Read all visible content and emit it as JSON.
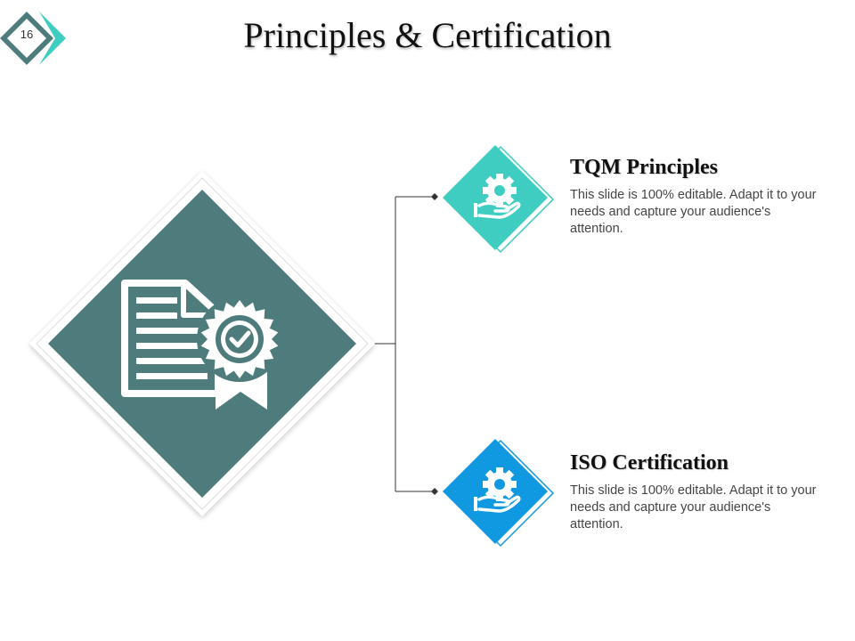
{
  "slide": {
    "page_number": "16",
    "title": "Principles & Certification"
  },
  "items": [
    {
      "title": "TQM Principles",
      "description": "This slide is 100% editable. Adapt it to your needs and capture your audience's attention.",
      "icon": "gear-hand-icon",
      "color": "#3ecdc0"
    },
    {
      "title": "ISO Certification",
      "description": "This slide is 100% editable. Adapt it to your needs and capture your audience's attention.",
      "icon": "gear-hand-icon",
      "color": "#1098e0"
    }
  ],
  "central": {
    "icon": "certificate-badge-icon",
    "color": "#4e7b7c"
  },
  "colors": {
    "badge_teal": "#3ecdc0",
    "badge_dark": "#4e7b7c",
    "connector": "#333333"
  }
}
